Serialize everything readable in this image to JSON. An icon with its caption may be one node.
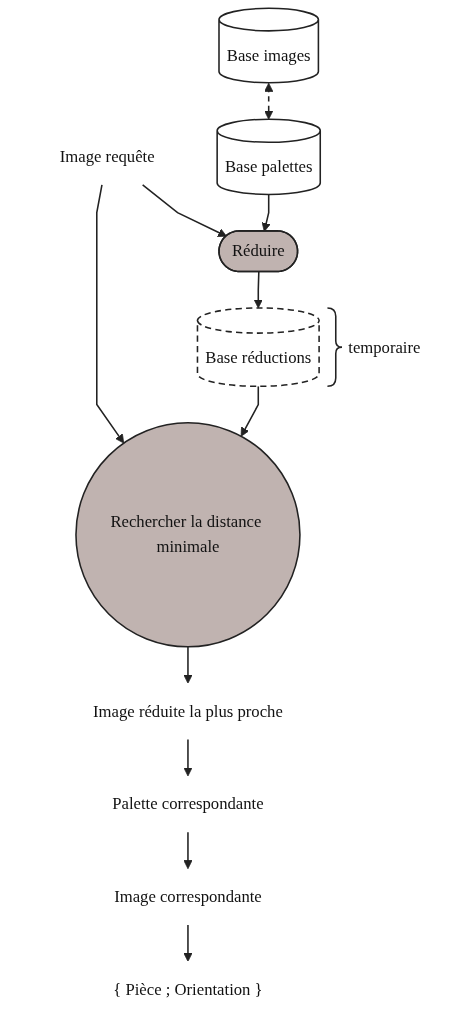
{
  "diagram": {
    "nodes": [
      {
        "text": [
          "Image requête"
        ]
      },
      {
        "text": [
          "Base images"
        ]
      },
      {
        "text": [
          "Base palettes"
        ]
      },
      {
        "text": [
          "Réduire"
        ]
      },
      {
        "text": [
          "Base réductions"
        ],
        "beside": [
          "temporaire"
        ]
      },
      {
        "text": [
          "Rechercher la distance minimale"
        ]
      },
      {
        "text": [
          "Image réduite la plus proche"
        ]
      },
      {
        "text": [
          "Palette correspondante"
        ]
      },
      {
        "text": [
          "Image correspondante"
        ]
      },
      {
        "text": [
          "{ Pièce ; Orientation }"
        ]
      }
    ],
    "edges": [
      {
        "from": 1,
        "to": 2,
        "arrow": "both",
        "style": "dashed"
      },
      {
        "from": 0,
        "to": 3,
        "arrow": "to"
      },
      {
        "from": 2,
        "to": 3,
        "arrow": "to"
      },
      {
        "from": 3,
        "to": 4,
        "arrow": "to"
      },
      {
        "from": 0,
        "to": 5,
        "arrow": "to"
      },
      {
        "from": 4,
        "to": 5,
        "arrow": "to"
      },
      {
        "from": 5,
        "to": 6,
        "arrow": "to"
      },
      {
        "from": 6,
        "to": 7,
        "arrow": "to"
      },
      {
        "from": 7,
        "to": 8,
        "arrow": "to"
      },
      {
        "from": 8,
        "to": 9,
        "arrow": "to"
      }
    ]
  }
}
